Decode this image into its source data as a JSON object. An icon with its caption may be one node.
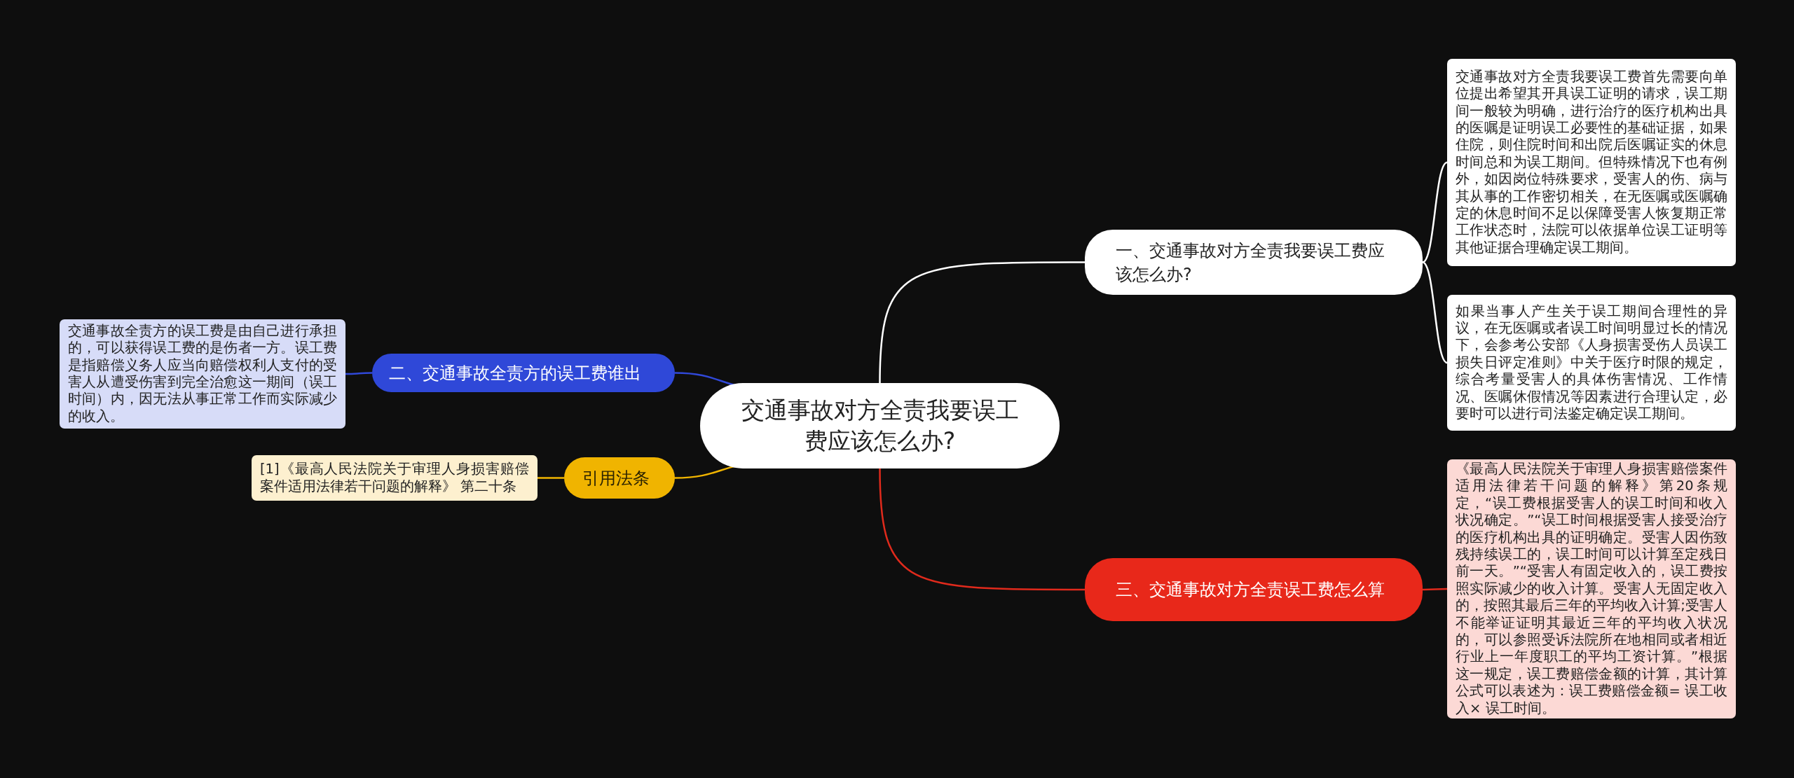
{
  "diagram": {
    "nodes": [
      {
        "text": [
          "交通事故对方全责我要误工费应该怎么办?"
        ]
      },
      {
        "text": [
          "一、交通事故对方全责我要误工费应该怎么办?"
        ]
      },
      {
        "text": [
          "交通事故对方全责我要误工费首先需要向单位提出希望其开具误工证明的请求，误工期间一般较为明确，进行治疗的医疗机构出具的医嘱是证明误工必要性的基础证据，如果住院，则住院时间和出院后医嘱证实的休息时间总和为误工期间。但特殊情况下也有例外，如因岗位特殊要求，受害人的伤、病与其从事的工作密切相关，在无医嘱或医嘱确定的休息时间不足以保障受害人恢复期正常工作状态时，法院可以依据单位误工证明等其他证据合理确定误工期间。"
        ]
      },
      {
        "text": [
          "如果当事人产生关于误工期间合理性的异议，在无医嘱或者误工时间明显过长的情况下，会参考公安部《人身损害受伤人员误工损失日评定准则》中关于医疗时限的规定，综合考量受害人的具体伤害情况、工作情况、医嘱休假情况等因素进行合理认定，必要时可以进行司法鉴定确定误工期间。"
        ]
      },
      {
        "text": [
          "二、交通事故全责方的误工费谁出"
        ]
      },
      {
        "text": [
          "交通事故全责方的误工费是由自己进行承担的，可以获得误工费的是伤者一方。误工费是指赔偿义务人应当向赔偿权利人支付的受害人从遭受伤害到完全治愈这一期间（误工时间）内，因无法从事正常工作而实际减少的收入。"
        ]
      },
      {
        "text": [
          "引用法条"
        ]
      },
      {
        "text": [
          "[1]《最高人民法院关于审理人身损害赔偿案件适用法律若干问题的解释》 第二十条"
        ]
      },
      {
        "text": [
          "三、交通事故对方全责误工费怎么算"
        ]
      },
      {
        "text": [
          "《最高人民法院关于审理人身损害赔偿案件适用法律若干问题的解释》第20条规定，“误工费根据受害人的误工时间和收入状况确定。”“误工时间根据受害人接受治疗的医疗机构出具的证明确定。受害人因伤致残持续误工的，误工时间可以计算至定残日前一天。”“受害人有固定收入的，误工费按照实际减少的收入计算。受害人无固定收入的，按照其最后三年的平均收入计算;受害人不能举证证明其最近三年的平均收入状况的，可以参照受诉法院所在地相同或者相近行业上一年度职工的平均工资计算。”根据这一规定，误工费赔偿金额的计算，其计算公式可以表述为：误工费赔偿金额= 误工收入× 误工时间。"
        ]
      }
    ],
    "edges": [
      {
        "from": 0,
        "to": 1,
        "arrow": "none"
      },
      {
        "from": 1,
        "to": 2,
        "arrow": "none"
      },
      {
        "from": 1,
        "to": 3,
        "arrow": "none"
      },
      {
        "from": 0,
        "to": 4,
        "arrow": "none",
        "color": "#3048d8"
      },
      {
        "from": 4,
        "to": 5,
        "arrow": "none",
        "color": "#3048d8"
      },
      {
        "from": 0,
        "to": 6,
        "arrow": "none",
        "color": "#f0b400"
      },
      {
        "from": 6,
        "to": 7,
        "arrow": "none",
        "color": "#f0b400"
      },
      {
        "from": 0,
        "to": 8,
        "arrow": "none",
        "color": "#e02a1c"
      },
      {
        "from": 8,
        "to": 9,
        "arrow": "none",
        "color": "#e02a1c"
      }
    ]
  }
}
